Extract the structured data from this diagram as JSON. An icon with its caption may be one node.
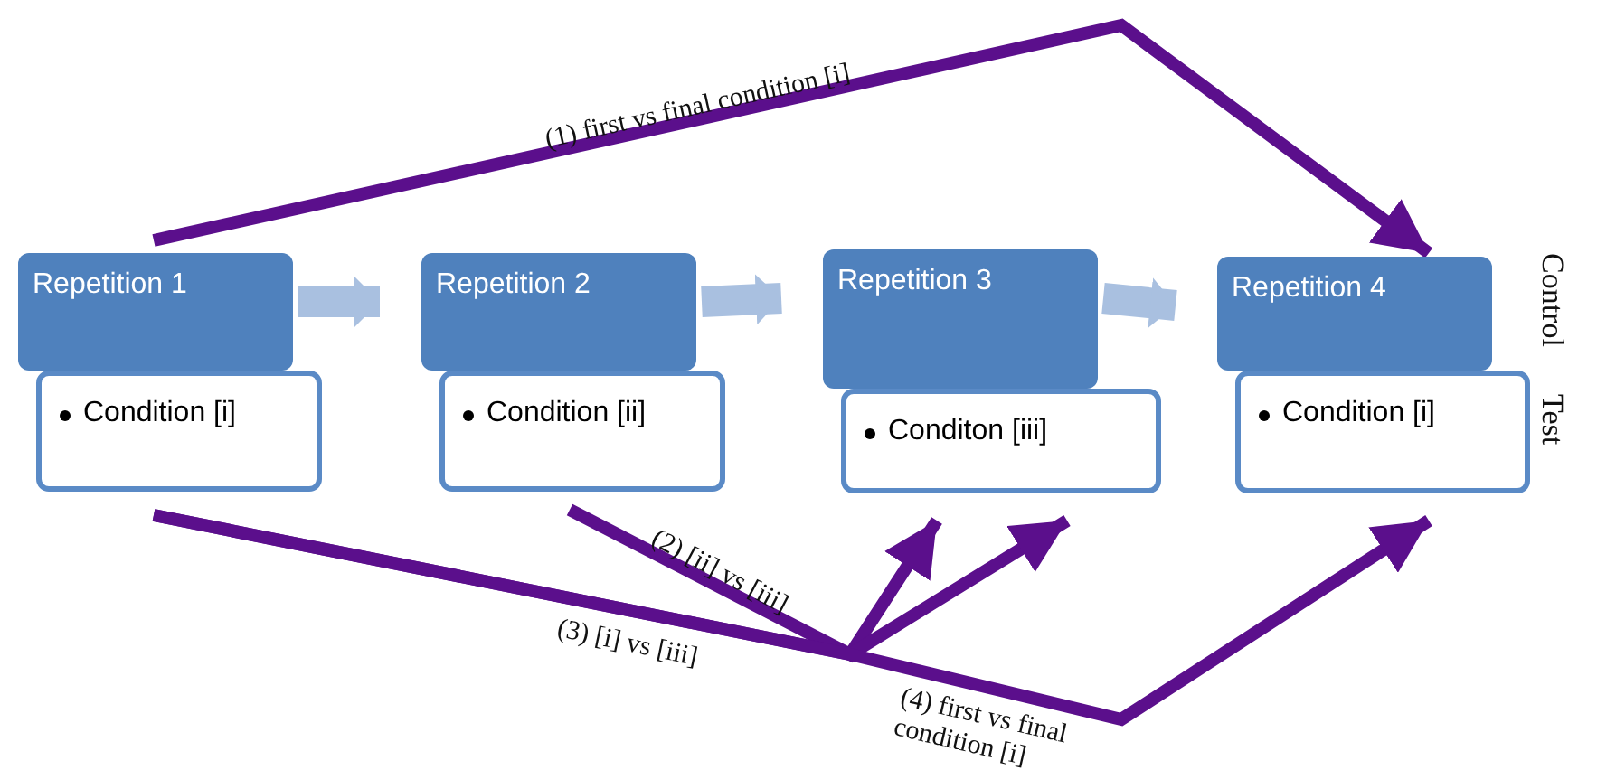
{
  "diagram": {
    "nodes": [
      {
        "text": [
          "Repetition 1"
        ]
      },
      {
        "text": [
          "Condition [i]"
        ]
      },
      {
        "text": [
          "Repetition 2"
        ]
      },
      {
        "text": [
          "Condition [ii]"
        ]
      },
      {
        "text": [
          "Repetition 3"
        ]
      },
      {
        "text": [
          "Conditon [iii]"
        ]
      },
      {
        "text": [
          "Repetition 4"
        ]
      },
      {
        "text": [
          "Condition [i]"
        ]
      }
    ],
    "edges": [
      {
        "from": 0,
        "to": 2,
        "arrow": "to",
        "style": "thick",
        "color": "#a9c0e0"
      },
      {
        "from": 2,
        "to": 4,
        "arrow": "to",
        "style": "thick",
        "color": "#a9c0e0"
      },
      {
        "from": 4,
        "to": 6,
        "arrow": "to",
        "style": "thick",
        "color": "#a9c0e0"
      },
      {
        "from": 0,
        "to": 6,
        "arrow": "to",
        "label": "(1) first vs final condition [i]",
        "color": "#5b0f8c"
      },
      {
        "from": 3,
        "to": 5,
        "arrow": "to",
        "label": "(2) [ii] vs [iii]",
        "color": "#5b0f8c"
      },
      {
        "from": 1,
        "to": 5,
        "arrow": "to",
        "label": "(3) [i] vs [iii]",
        "color": "#5b0f8c"
      },
      {
        "from": 1,
        "to": 7,
        "arrow": "to",
        "label": "(4) first vs final condition [i]",
        "color": "#5b0f8c"
      }
    ],
    "labels": [
      "Control",
      "Test"
    ]
  }
}
